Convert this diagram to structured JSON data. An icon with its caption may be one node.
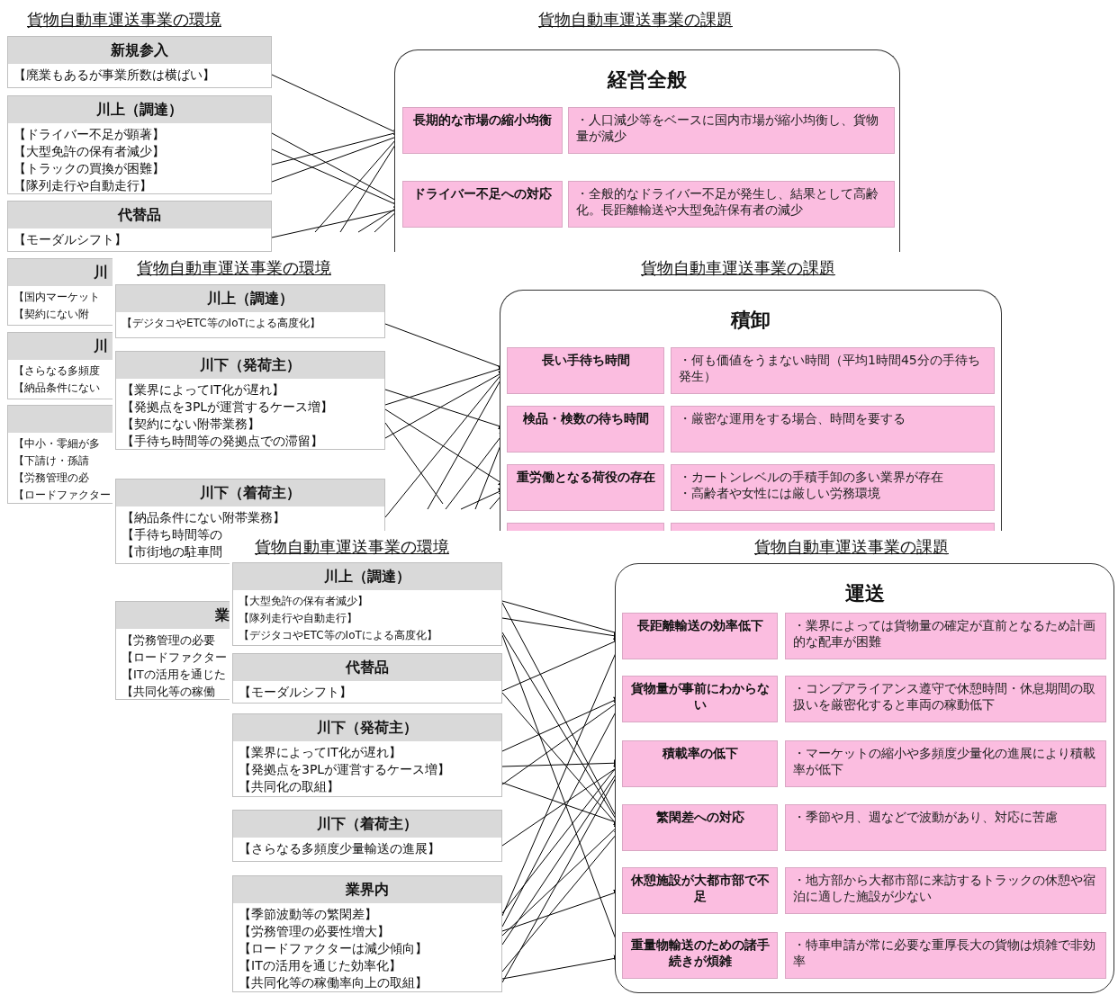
{
  "diagram": {
    "nodes": [
      {
        "text": [
          "新規参入",
          "【廃業もあるが事業所数は横ばい】"
        ]
      },
      {
        "text": [
          "川上（調達）",
          "【ドライバー不足が顕著】",
          "【大型免許の保有者減少】",
          "【トラックの買換が困難】",
          "【隊列走行や自動走行】"
        ]
      },
      {
        "text": [
          "代替品",
          "【モーダルシフト】"
        ]
      },
      {
        "text": [
          "川",
          "【国内マーケット",
          "【契約にない附"
        ]
      },
      {
        "text": [
          "川",
          "【さらなる多頻度",
          "【納品条件にない"
        ]
      },
      {
        "text": [
          "【中小・零細が多",
          "【下請け・孫請",
          "【労務管理の必",
          "【ロードファクター"
        ]
      },
      {
        "text": [
          "経営全般"
        ]
      },
      {
        "text": [
          "長期的な市場の縮小均衡"
        ],
        "in": 6
      },
      {
        "text": [
          "・人口減少等をベースに国内市場が縮小均衡し、貨物量が減少"
        ],
        "in": 6
      },
      {
        "text": [
          "ドライバー不足への対応"
        ],
        "in": 6
      },
      {
        "text": [
          "・全般的なドライバー不足が発生し、結果として高齢化。長距離輸送や大型免許保有者の減少"
        ],
        "in": 6
      },
      {
        "text": [
          "川上（調達）",
          "【デジタコやETC等のIoTによる高度化】"
        ]
      },
      {
        "text": [
          "川下（発荷主）",
          "【業界によってIT化が遅れ】",
          "【発拠点を3PLが運営するケース増】",
          "【契約にない附帯業務】",
          "【手待ち時間等の発拠点での滞留】"
        ]
      },
      {
        "text": [
          "川下（着荷主）",
          "【納品条件にない附帯業務】",
          "【手待ち時間等の",
          "【市街地の駐車問"
        ]
      },
      {
        "text": [
          "業",
          "【労務管理の必要",
          "【ロードファクター",
          "【ITの活用を通じた",
          "【共同化等の稼働"
        ]
      },
      {
        "text": [
          "積卸"
        ]
      },
      {
        "text": [
          "長い手待ち時間"
        ],
        "in": 15
      },
      {
        "text": [
          "・何も価値をうまない時間（平均1時間45分の手待ち発生）"
        ],
        "in": 15
      },
      {
        "text": [
          "検品・検数の待ち時間"
        ],
        "in": 15
      },
      {
        "text": [
          "・厳密な運用をする場合、時間を要する"
        ],
        "in": 15
      },
      {
        "text": [
          "重労働となる荷役の存在"
        ],
        "in": 15
      },
      {
        "text": [
          "・カートンレベルの手積手卸の多い業界が存在",
          "・高齢者や女性には厳しい労務環境"
        ],
        "in": 15
      },
      {
        "text": [],
        "shape": "box",
        "in": 15
      },
      {
        "text": [],
        "shape": "box",
        "in": 15
      },
      {
        "text": [
          "川上（調達）",
          "【大型免許の保有者減少】",
          "【隊列走行や自動走行】",
          "【デジタコやETC等のIoTによる高度化】"
        ]
      },
      {
        "text": [
          "代替品",
          "【モーダルシフト】"
        ]
      },
      {
        "text": [
          "川下（発荷主）",
          "【業界によってIT化が遅れ】",
          "【発拠点を3PLが運営するケース増】",
          "【共同化の取組】"
        ]
      },
      {
        "text": [
          "川下（着荷主）",
          "【さらなる多頻度少量輸送の進展】"
        ]
      },
      {
        "text": [
          "業界内",
          "【季節波動等の繁閑差】",
          "【労務管理の必要性増大】",
          "【ロードファクターは減少傾向】",
          "【ITの活用を通じた効率化】",
          "【共同化等の稼働率向上の取組】"
        ]
      },
      {
        "text": [
          "運送"
        ]
      },
      {
        "text": [
          "長距離輸送の効率低下"
        ],
        "in": 29
      },
      {
        "text": [
          "・業界によっては貨物量の確定が直前となるため計画的な配車が困難"
        ],
        "in": 29
      },
      {
        "text": [
          "貨物量が事前にわからない"
        ],
        "in": 29
      },
      {
        "text": [
          "・コンプアライアンス遵守で休憩時間・休息期間の取扱いを厳密化すると車両の稼動低下"
        ],
        "in": 29
      },
      {
        "text": [
          "積載率の低下"
        ],
        "in": 29
      },
      {
        "text": [
          "・マーケットの縮小や多頻度少量化の進展により積載率が低下"
        ],
        "in": 29
      },
      {
        "text": [
          "繁閑差への対応"
        ],
        "in": 29
      },
      {
        "text": [
          "・季節や月、週などで波動があり、対応に苦慮"
        ],
        "in": 29
      },
      {
        "text": [
          "休憩施設が大都市部で不足"
        ],
        "in": 29
      },
      {
        "text": [
          "・地方部から大都市部に来訪するトラックの休憩や宿泊に適した施設が少ない"
        ],
        "in": 29
      },
      {
        "text": [
          "重量物輸送のための諸手続きが煩雑"
        ],
        "in": 29
      },
      {
        "text": [
          "・特車申請が常に必要な重厚長大の貨物は煩雑で非効率"
        ],
        "in": 29
      }
    ],
    "edges": [
      {
        "from": 0,
        "to": 7,
        "arrow": "to"
      },
      {
        "from": 1,
        "to": 9,
        "arrow": "to"
      },
      {
        "from": 1,
        "to": 9,
        "arrow": "to"
      },
      {
        "from": 1,
        "to": 7,
        "arrow": "to"
      },
      {
        "from": 1,
        "to": 7,
        "arrow": "to"
      },
      {
        "from": 2,
        "to": 9,
        "arrow": "to"
      },
      {
        "from": null,
        "to": 7,
        "arrow": "to"
      },
      {
        "from": null,
        "to": 7,
        "arrow": "to"
      },
      {
        "from": null,
        "to": 9,
        "arrow": "to"
      },
      {
        "from": null,
        "to": 9,
        "arrow": "to"
      },
      {
        "from": 11,
        "to": 16,
        "arrow": "to"
      },
      {
        "from": 12,
        "to": 18,
        "arrow": "to"
      },
      {
        "from": 12,
        "to": 16,
        "arrow": "to"
      },
      {
        "from": 12,
        "to": 20,
        "arrow": "to"
      },
      {
        "from": 12,
        "to": 16,
        "arrow": "to"
      },
      {
        "from": 12,
        "to": null,
        "arrow": "none"
      },
      {
        "from": 13,
        "to": 16,
        "arrow": "to"
      },
      {
        "from": null,
        "to": 16,
        "arrow": "to"
      },
      {
        "from": null,
        "to": 18,
        "arrow": "to"
      },
      {
        "from": null,
        "to": 20,
        "arrow": "to"
      },
      {
        "from": null,
        "to": 18,
        "arrow": "to"
      },
      {
        "from": null,
        "to": 20,
        "arrow": "to"
      },
      {
        "from": 24,
        "to": 30,
        "arrow": "to"
      },
      {
        "from": 24,
        "to": 36,
        "arrow": "to"
      },
      {
        "from": 24,
        "to": 30,
        "arrow": "to"
      },
      {
        "from": 24,
        "to": 36,
        "arrow": "to"
      },
      {
        "from": 24,
        "to": 40,
        "arrow": "to"
      },
      {
        "from": 25,
        "to": 30,
        "arrow": "to"
      },
      {
        "from": 25,
        "to": 36,
        "arrow": "to"
      },
      {
        "from": 26,
        "to": 32,
        "arrow": "to"
      },
      {
        "from": 26,
        "to": 34,
        "arrow": "to"
      },
      {
        "from": 26,
        "to": 36,
        "arrow": "to"
      },
      {
        "from": 26,
        "to": 32,
        "arrow": "to"
      },
      {
        "from": 27,
        "to": 34,
        "arrow": "to"
      },
      {
        "from": 28,
        "to": 30,
        "arrow": "to"
      },
      {
        "from": 28,
        "to": 32,
        "arrow": "to"
      },
      {
        "from": 28,
        "to": 34,
        "arrow": "to"
      },
      {
        "from": 28,
        "to": 34,
        "arrow": "to"
      },
      {
        "from": 28,
        "to": 36,
        "arrow": "to"
      },
      {
        "from": 28,
        "to": 36,
        "arrow": "to"
      },
      {
        "from": 28,
        "to": 38,
        "arrow": "to"
      },
      {
        "from": 28,
        "to": 40,
        "arrow": "to"
      },
      {
        "from": 28,
        "to": 34,
        "arrow": "to"
      }
    ],
    "labels": [
      "貨物自動車運送事業の環境",
      "貨物自動車運送事業の課題",
      "貨物自動車運送事業の環境",
      "貨物自動車運送事業の課題",
      "貨物自動車運送事業の環境",
      "貨物自動車運送事業の課題"
    ]
  }
}
